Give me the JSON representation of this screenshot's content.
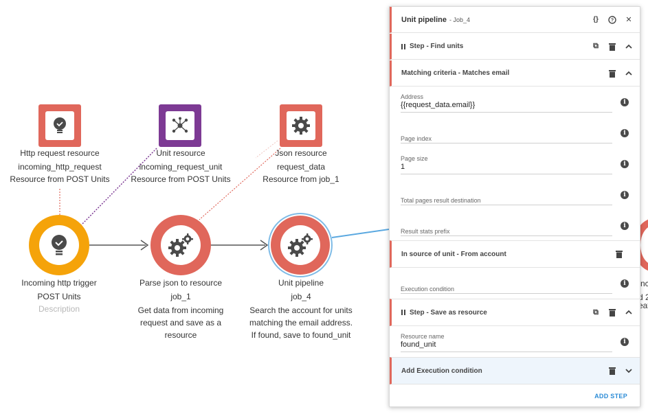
{
  "resources": [
    {
      "id": "http",
      "type": "Http request resource",
      "name": "incoming_http_request",
      "source": "Resource from POST Units",
      "icon": "lightbulb-icon"
    },
    {
      "id": "unit",
      "type": "Unit resource",
      "name": "incoming_request_unit",
      "source": "Resource from POST Units",
      "icon": "hub-icon"
    },
    {
      "id": "json",
      "type": "Json resource",
      "name": "request_data",
      "source": "Resource from job_1",
      "icon": "gear-icon"
    }
  ],
  "nodes": [
    {
      "id": "trigger",
      "title": "Incoming http trigger",
      "subtitle": "POST Units",
      "description": "Description"
    },
    {
      "id": "parse",
      "title": "Parse json to resource",
      "subtitle": "job_1",
      "description": "Get data from incoming request and save as a resource"
    },
    {
      "id": "pipeline",
      "title": "Unit pipeline",
      "subtitle": "job_4",
      "description": "Search the account for units matching the email address. If found, save to found_unit"
    }
  ],
  "partial_node": {
    "line1": "nc",
    "line2": "d 2",
    "line3": "eat"
  },
  "panel": {
    "title": "Unit pipeline",
    "job": "- Job_4",
    "step_find": "Step - Find units",
    "matching_criteria": "Matching criteria - Matches email",
    "fields": [
      {
        "label": "Address",
        "value": "{{request_data.email}}"
      },
      {
        "label": "Page index",
        "value": ""
      },
      {
        "label": "Page size",
        "value": "1"
      },
      {
        "label": "Total pages result destination",
        "value": ""
      },
      {
        "label": "Result stats prefix",
        "value": ""
      }
    ],
    "in_source": "In source of unit - From account",
    "execution_condition": "Execution condition",
    "step_save": "Step - Save as resource",
    "resource_name_label": "Resource name",
    "resource_name_value": "found_unit",
    "add_execution": "Add Execution condition",
    "add_step": "ADD STEP"
  },
  "colors": {
    "red": "#e0675b",
    "purple": "#7d3a94",
    "orange": "#f5a30a",
    "link_blue": "#2a8bd6"
  }
}
